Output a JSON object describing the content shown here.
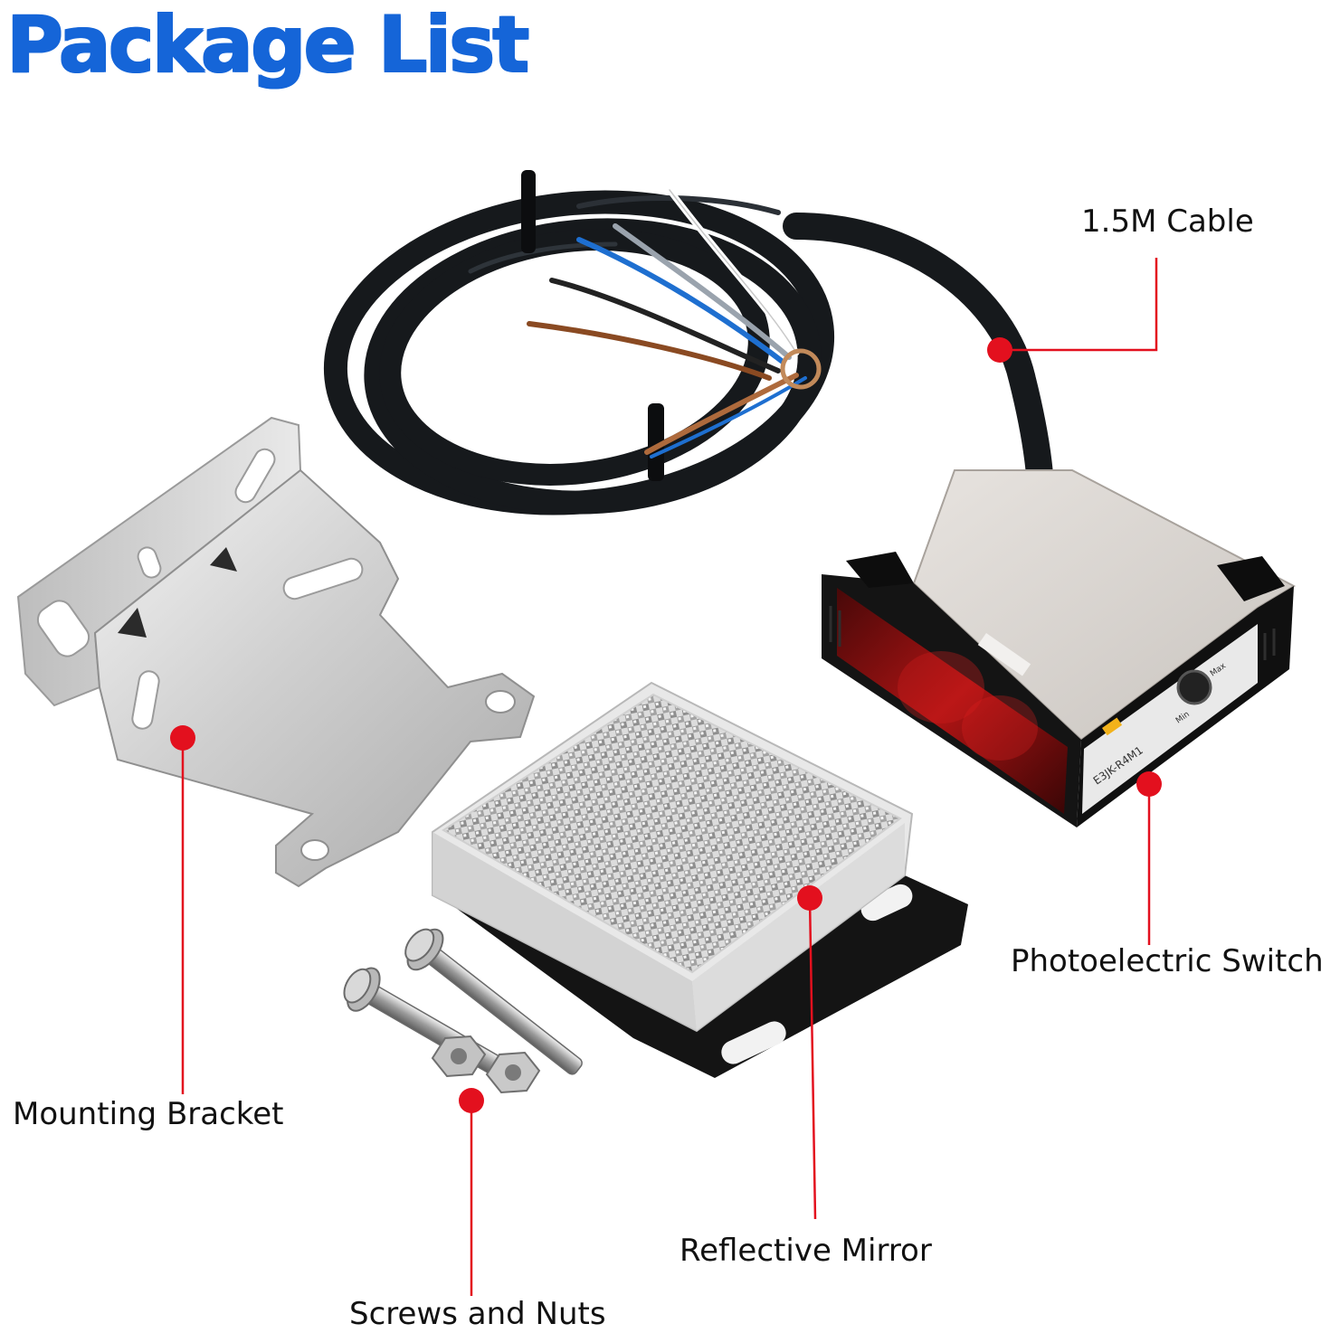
{
  "title": "Package List",
  "colors": {
    "title": "#1565d8",
    "callout_dot": "#e3101e",
    "callout_line": "#e3101e",
    "label_text": "#111111"
  },
  "items": [
    {
      "label": "1.5M Cable"
    },
    {
      "label": "Photoelectric Switch"
    },
    {
      "label": "Mounting Bracket"
    },
    {
      "label": "Screws and Nuts"
    },
    {
      "label": "Reflective Mirror"
    }
  ],
  "product_markings": {
    "model": "E3JK-R4M1",
    "dial_min": "Min",
    "dial_max": "Max"
  }
}
